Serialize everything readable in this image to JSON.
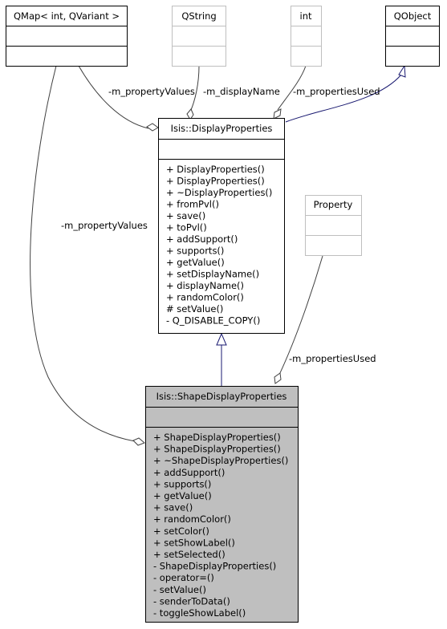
{
  "classes": {
    "qmap": {
      "name": "QMap< int, QVariant >"
    },
    "qstring": {
      "name": "QString"
    },
    "int": {
      "name": "int"
    },
    "qobject": {
      "name": "QObject"
    },
    "property": {
      "name": "Property"
    },
    "display_properties": {
      "name": "Isis::DisplayProperties",
      "methods": [
        "+ DisplayProperties()",
        "+ DisplayProperties()",
        "+ ~DisplayProperties()",
        "+ fromPvl()",
        "+ save()",
        "+ toPvl()",
        "+ addSupport()",
        "+ supports()",
        "+ getValue()",
        "+ setDisplayName()",
        "+ displayName()",
        "+ randomColor()",
        "# setValue()",
        "- Q_DISABLE_COPY()"
      ]
    },
    "shape_display_properties": {
      "name": "Isis::ShapeDisplayProperties",
      "methods": [
        "+ ShapeDisplayProperties()",
        "+ ShapeDisplayProperties()",
        "+ ~ShapeDisplayProperties()",
        "+ addSupport()",
        "+ supports()",
        "+ getValue()",
        "+ save()",
        "+ randomColor()",
        "+ setColor()",
        "+ setShowLabel()",
        "+ setSelected()",
        "- ShapeDisplayProperties()",
        "- operator=()",
        "- setValue()",
        "- senderToData()",
        "- toggleShowLabel()"
      ]
    }
  },
  "edges": {
    "m_property_values_top": "-m_propertyValues",
    "m_display_name": "-m_displayName",
    "m_properties_used_top": "-m_propertiesUsed",
    "m_property_values_left": "-m_propertyValues",
    "m_properties_used_bottom": "-m_propertiesUsed"
  },
  "colors": {
    "inheritance_qobject": "#191970",
    "highlight_fill": "#bfbfbf",
    "greyed_border": "#bfbfbf"
  }
}
